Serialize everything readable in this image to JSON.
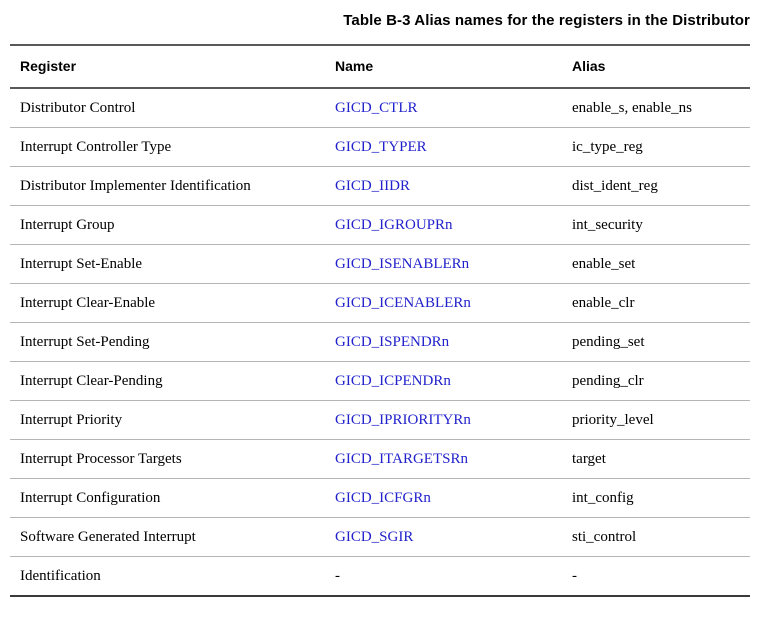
{
  "caption": "Table B-3 Alias names for the registers in the Distributor",
  "colors": {
    "link_blue": "#2222cc",
    "text_black": "#000000",
    "heavy_rule": "#595959",
    "light_rule": "#b5b5b5",
    "page_background": "#ffffff"
  },
  "table": {
    "headers": {
      "register": "Register",
      "name": "Name",
      "alias": "Alias"
    },
    "rows": [
      {
        "register": "Distributor Control",
        "name": "GICD_CTLR",
        "name_is_link": true,
        "alias": "enable_s, enable_ns"
      },
      {
        "register": "Interrupt Controller Type",
        "name": "GICD_TYPER",
        "name_is_link": true,
        "alias": "ic_type_reg"
      },
      {
        "register": "Distributor Implementer Identification",
        "name": "GICD_IIDR",
        "name_is_link": true,
        "alias": "dist_ident_reg"
      },
      {
        "register": "Interrupt Group",
        "name": "GICD_IGROUPRn",
        "name_is_link": true,
        "alias": "int_security"
      },
      {
        "register": "Interrupt Set-Enable",
        "name": "GICD_ISENABLERn",
        "name_is_link": true,
        "alias": "enable_set"
      },
      {
        "register": "Interrupt Clear-Enable",
        "name": "GICD_ICENABLERn",
        "name_is_link": true,
        "alias": "enable_clr"
      },
      {
        "register": "Interrupt Set-Pending",
        "name": "GICD_ISPENDRn",
        "name_is_link": true,
        "alias": "pending_set"
      },
      {
        "register": "Interrupt Clear-Pending",
        "name": "GICD_ICPENDRn",
        "name_is_link": true,
        "alias": "pending_clr"
      },
      {
        "register": "Interrupt Priority",
        "name": "GICD_IPRIORITYRn",
        "name_is_link": true,
        "alias": "priority_level"
      },
      {
        "register": "Interrupt Processor Targets",
        "name": "GICD_ITARGETSRn",
        "name_is_link": true,
        "alias": "target"
      },
      {
        "register": "Interrupt Configuration",
        "name": "GICD_ICFGRn",
        "name_is_link": true,
        "alias": "int_config"
      },
      {
        "register": "Software Generated Interrupt",
        "name": "GICD_SGIR",
        "name_is_link": true,
        "alias": "sti_control"
      },
      {
        "register": "Identification",
        "name": "-",
        "name_is_link": false,
        "alias": "-"
      }
    ]
  }
}
